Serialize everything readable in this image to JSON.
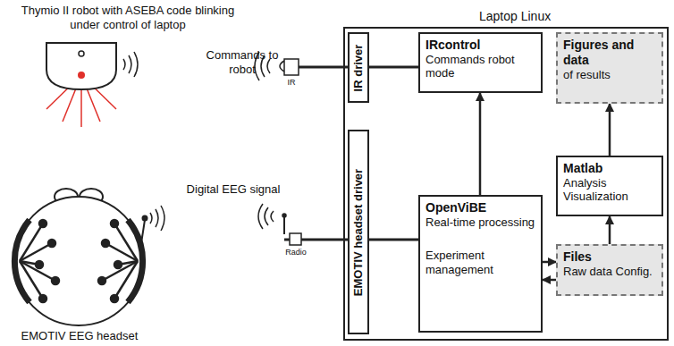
{
  "diagram": {
    "nodes": [
      {
        "text": [
          "Laptop Linux"
        ]
      },
      {
        "text": [
          "IR driver"
        ],
        "in": 0
      },
      {
        "text": [
          "EMOTIV headset driver"
        ],
        "in": 0
      },
      {
        "text": [
          "IRcontrol",
          "Commands robot mode"
        ],
        "in": 0
      },
      {
        "text": [
          "Figures and data",
          "of results"
        ],
        "in": 0
      },
      {
        "text": [
          "OpenViBE",
          "Real-time processing",
          "Experiment management"
        ],
        "in": 0
      },
      {
        "text": [
          "Matlab",
          "Analysis Visualization"
        ],
        "in": 0
      },
      {
        "text": [
          "Files",
          "Raw data Config."
        ],
        "in": 0
      }
    ],
    "edges": [
      {
        "from": 1,
        "to": 3,
        "arrow": "none"
      },
      {
        "from": 2,
        "to": 5,
        "arrow": "none"
      },
      {
        "from": 5,
        "to": 3,
        "arrow": "to"
      },
      {
        "from": 5,
        "to": 7,
        "arrow": "to"
      },
      {
        "from": 7,
        "to": 5,
        "arrow": "to"
      },
      {
        "from": 7,
        "to": 6,
        "arrow": "to"
      },
      {
        "from": 6,
        "to": 4,
        "arrow": "to"
      }
    ],
    "labels": [
      "Thymio II robot with ASEBA code blinking under control of laptop",
      "Commands to robot",
      "Digital EEG signal",
      "EMOTIV EEG headset",
      "IR",
      "Radio"
    ]
  }
}
